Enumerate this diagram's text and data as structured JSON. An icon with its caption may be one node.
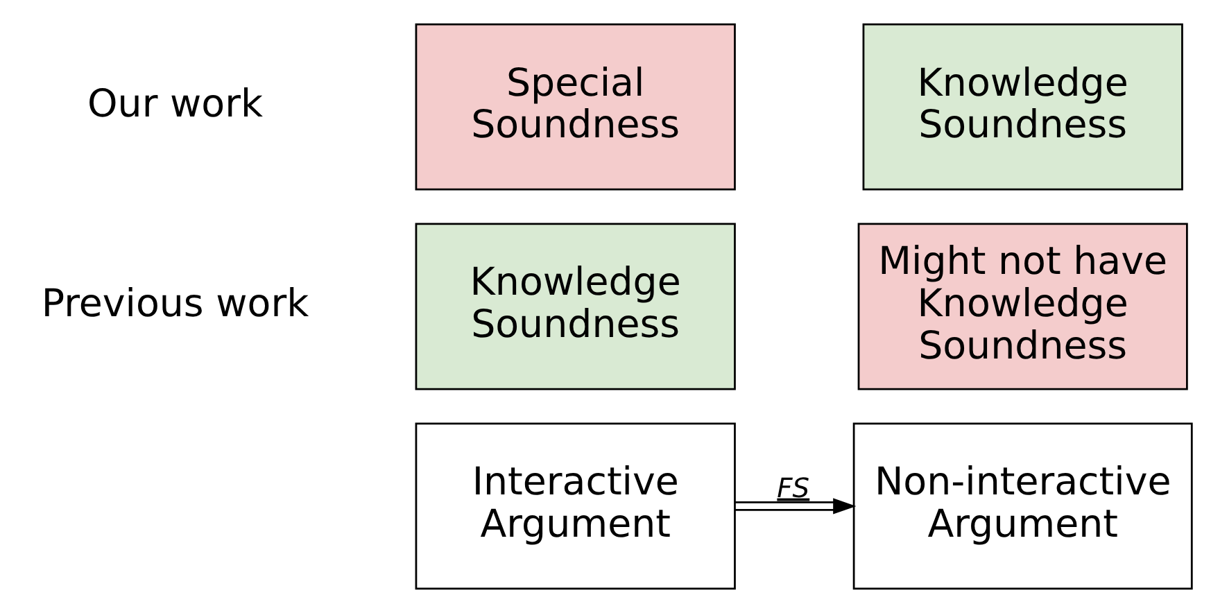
{
  "diagram": {
    "nodes": [
      {
        "text": [
          "Interactive Argument"
        ]
      },
      {
        "text": [
          "Non-interactive Argument"
        ]
      },
      {
        "text": [
          "Knowledge Soundness"
        ]
      },
      {
        "text": [
          "Might not have Knowledge Soundness"
        ]
      },
      {
        "text": [
          "Special Soundness"
        ]
      },
      {
        "text": [
          "Knowledge Soundness"
        ]
      }
    ],
    "edges": [
      {
        "from": 0,
        "to": 1,
        "arrow": "to",
        "label": "FS"
      }
    ],
    "labels": [
      "Previous work",
      "Our work"
    ]
  }
}
